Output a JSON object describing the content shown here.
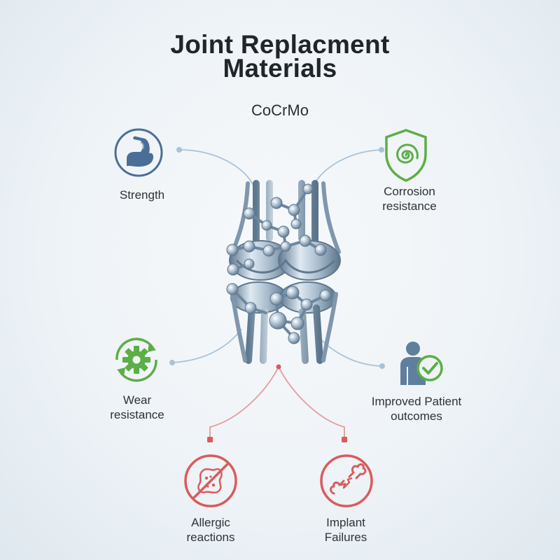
{
  "header": {
    "title_line1": "Joint Replacment",
    "title_line2": "Materials",
    "subtitle": "CoCrMo"
  },
  "benefits": [
    {
      "id": "strength",
      "icon": "flexed-arm-icon",
      "color": "#4a6f96",
      "lines": [
        "Strength"
      ]
    },
    {
      "id": "corrosion",
      "icon": "spiral-shield-icon",
      "color": "#5cae46",
      "lines": [
        "Corrosion",
        "resistance"
      ]
    },
    {
      "id": "wear",
      "icon": "gear-cycle-icon",
      "color": "#5cae46",
      "lines": [
        "Wear",
        "resistance"
      ]
    },
    {
      "id": "outcomes",
      "icon": "patient-check-icon",
      "color": "#4a6f96",
      "lines": [
        "Improved Patient",
        "outcomes"
      ]
    }
  ],
  "risks": [
    {
      "id": "allergic",
      "icon": "no-allergen-icon",
      "color": "#d85c5c",
      "lines": [
        "Allergic",
        "reactions"
      ]
    },
    {
      "id": "failures",
      "icon": "broken-bone-icon",
      "color": "#d85c5c",
      "lines": [
        "Implant",
        "Failures"
      ]
    }
  ],
  "colors": {
    "benefit_line": "#a9c2d6",
    "risk_line": "#e69a9a",
    "metal": "#8fa7bd"
  }
}
